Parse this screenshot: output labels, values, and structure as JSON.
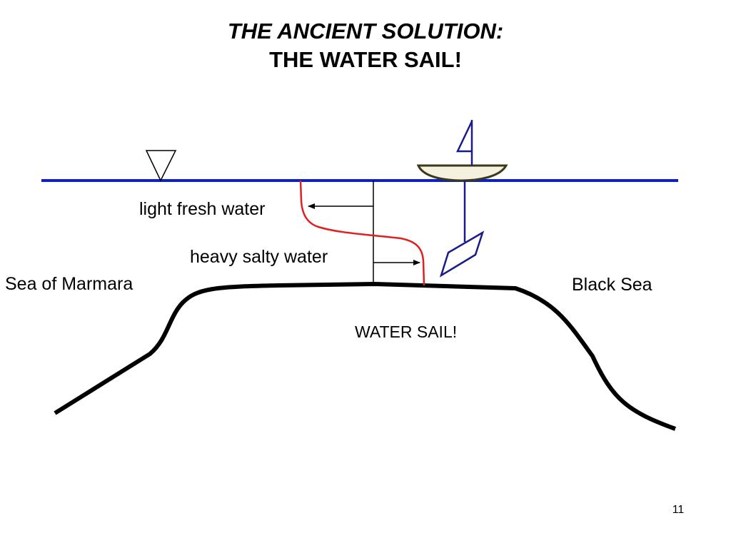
{
  "slide": {
    "title_line1": "THE ANCIENT SOLUTION:",
    "title_line2": "THE WATER SAIL!",
    "page_number": "11"
  },
  "diagram": {
    "labels": {
      "light_fresh_water": "light fresh water",
      "heavy_salty_water": "heavy salty water",
      "sea_of_marmara": "Sea of Marmara",
      "black_sea": "Black Sea",
      "water_sail": "WATER SAIL!"
    },
    "icons": [
      "water-level-triangle-icon",
      "boat-icon",
      "sail-icon"
    ],
    "colors": {
      "water_surface": "#0a1ed2",
      "density_profile": "#e01f1f",
      "seabed": "#000000",
      "boat_hull_fill": "#f4f1de",
      "boat_hull_stroke": "#3a3a1a",
      "rigging": "#1a1a8c"
    }
  }
}
